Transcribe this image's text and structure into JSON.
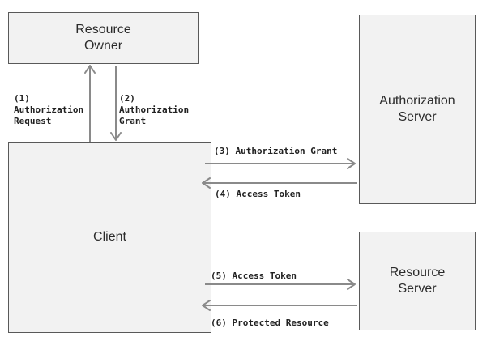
{
  "boxes": {
    "resource_owner": {
      "line1": "Resource",
      "line2": "Owner"
    },
    "authorization_server": {
      "line1": "Authorization",
      "line2": "Server"
    },
    "client": {
      "line1": "Client"
    },
    "resource_server": {
      "line1": "Resource",
      "line2": "Server"
    }
  },
  "flows": {
    "step1": {
      "line1": "(1)",
      "line2": "Authorization",
      "line3": "Request"
    },
    "step2": {
      "line1": "(2)",
      "line2": "Authorization",
      "line3": "Grant"
    },
    "step3": {
      "text": "(3) Authorization Grant"
    },
    "step4": {
      "text": "(4) Access Token"
    },
    "step5": {
      "text": "(5) Access Token"
    },
    "step6": {
      "text": "(6) Protected Resource"
    }
  },
  "colors": {
    "box_fill": "#f2f2f2",
    "box_border": "#595959",
    "arrow": "#8a8a8a",
    "text": "#2b2b2b"
  }
}
